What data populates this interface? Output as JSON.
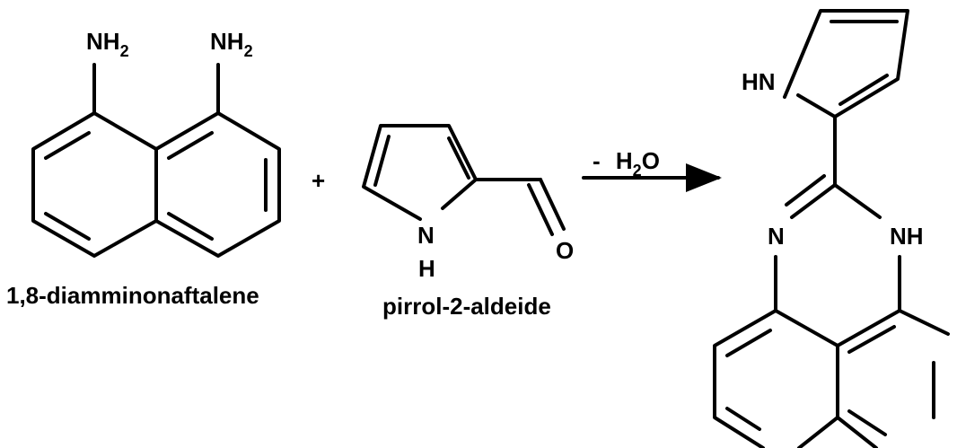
{
  "reactant1": {
    "amine_1": "NH",
    "amine_1_sub": "2",
    "amine_2": "NH",
    "amine_2_sub": "2",
    "name": "1,8-diamminonaftalene"
  },
  "plus": "+",
  "reactant2": {
    "ring_nitrogen": "N",
    "ring_hydrogen": "H",
    "carbonyl_oxygen": "O",
    "name": "pirrol-2-aldeide"
  },
  "reaction": {
    "condition_prefix": "- ",
    "condition_main": "H",
    "condition_sub": "2",
    "condition_suffix": "O"
  },
  "product": {
    "pyrrole_nh": "HN",
    "ring_n": "N",
    "ring_nh": "NH"
  }
}
